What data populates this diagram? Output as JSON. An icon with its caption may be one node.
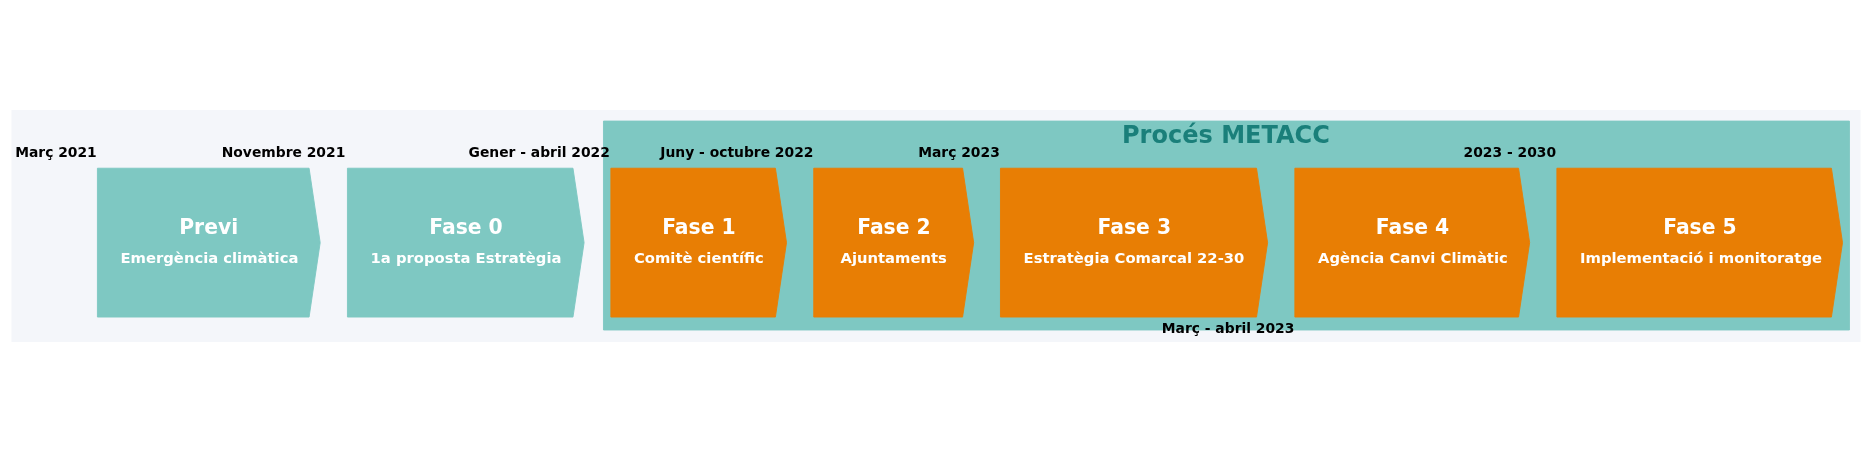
{
  "diagram": {
    "nodes": [
      {
        "text": [
          "Previ",
          "Emergència climàtica"
        ],
        "beside": [
          "Març 2021"
        ]
      },
      {
        "text": [
          "Fase 0",
          "1a proposta Estratègia"
        ],
        "beside": [
          "Novembre 2021"
        ]
      },
      {
        "text": [
          "Procés METACC"
        ]
      },
      {
        "text": [
          "Fase 1",
          "Comitè científic"
        ],
        "in": 2,
        "beside": [
          "Gener - abril 2022"
        ]
      },
      {
        "text": [
          "Fase 2",
          "Ajuntaments"
        ],
        "in": 2,
        "beside": [
          "Juny - octubre 2022"
        ]
      },
      {
        "text": [
          "Fase 3",
          "Estratègia Comarcal 22-30"
        ],
        "in": 2,
        "beside": [
          "Març 2023"
        ]
      },
      {
        "text": [
          "Fase 4",
          "Agència Canvi Climàtic"
        ],
        "in": 2,
        "beside": [
          "Març - abril 2023"
        ]
      },
      {
        "text": [
          "Fase 5",
          "Implementació i monitoratge"
        ],
        "in": 2,
        "beside": [
          "2023 - 2030"
        ]
      }
    ]
  }
}
